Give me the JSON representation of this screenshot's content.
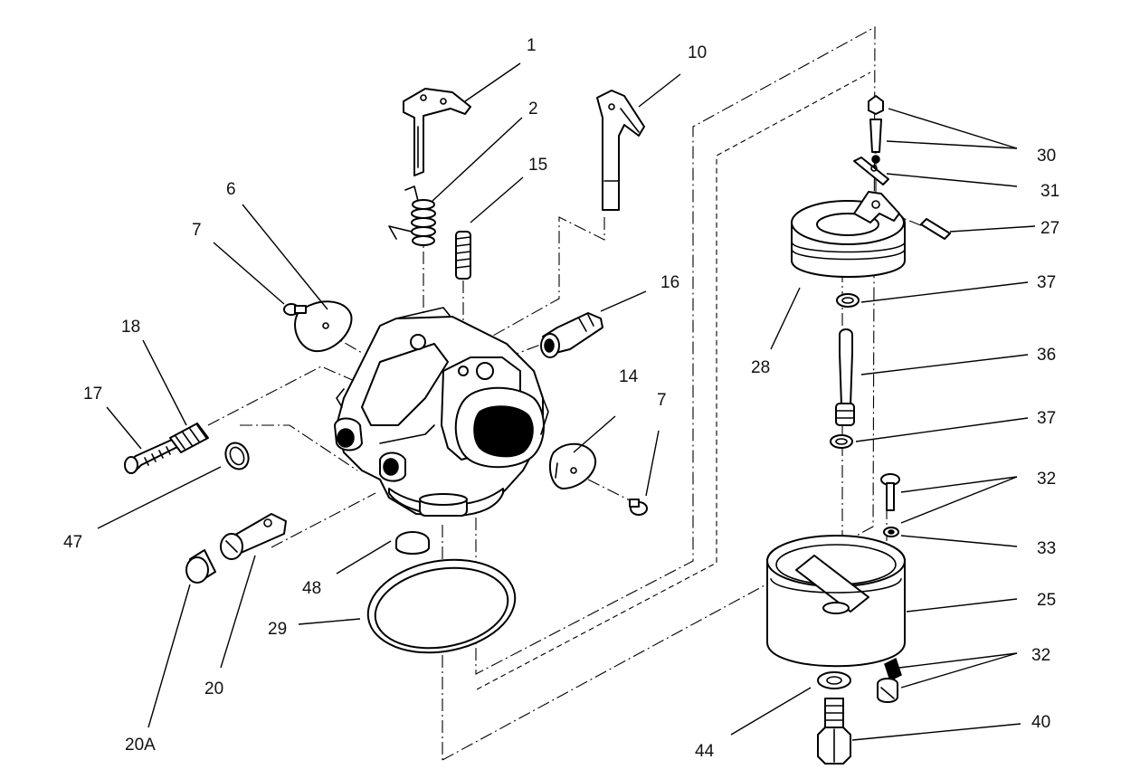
{
  "callouts": [
    {
      "id": "c1",
      "text": "1"
    },
    {
      "id": "c2",
      "text": "2"
    },
    {
      "id": "c6",
      "text": "6"
    },
    {
      "id": "c7a",
      "text": "7"
    },
    {
      "id": "c10",
      "text": "10"
    },
    {
      "id": "c15",
      "text": "15"
    },
    {
      "id": "c16",
      "text": "16"
    },
    {
      "id": "c18",
      "text": "18"
    },
    {
      "id": "c17",
      "text": "17"
    },
    {
      "id": "c14",
      "text": "14"
    },
    {
      "id": "c7b",
      "text": "7"
    },
    {
      "id": "c47",
      "text": "47"
    },
    {
      "id": "c48",
      "text": "48"
    },
    {
      "id": "c29",
      "text": "29"
    },
    {
      "id": "c20",
      "text": "20"
    },
    {
      "id": "c20a",
      "text": "20A"
    },
    {
      "id": "c30",
      "text": "30"
    },
    {
      "id": "c31",
      "text": "31"
    },
    {
      "id": "c27",
      "text": "27"
    },
    {
      "id": "c37a",
      "text": "37"
    },
    {
      "id": "c28",
      "text": "28"
    },
    {
      "id": "c36",
      "text": "36"
    },
    {
      "id": "c37b",
      "text": "37"
    },
    {
      "id": "c32a",
      "text": "32"
    },
    {
      "id": "c33",
      "text": "33"
    },
    {
      "id": "c25",
      "text": "25"
    },
    {
      "id": "c32b",
      "text": "32"
    },
    {
      "id": "c40",
      "text": "40"
    },
    {
      "id": "c44",
      "text": "44"
    }
  ]
}
